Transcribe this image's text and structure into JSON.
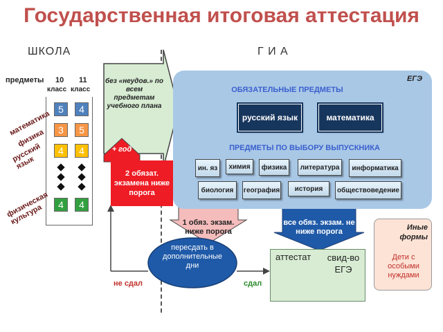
{
  "title": "Государственная итоговая аттестация",
  "headers": {
    "school": "ШКОЛА",
    "gia": "Г И А"
  },
  "school": {
    "subjects_label": "предметы",
    "grade10": "10",
    "grade11": "11",
    "class10": "класс",
    "class11": "класс",
    "rows": [
      {
        "subject": "математика",
        "g10": "5",
        "g11": "4"
      },
      {
        "subject": "физика",
        "g10": "3",
        "g11": "5"
      },
      {
        "subject": "русский язык",
        "g10": "4",
        "g11": "4"
      },
      {
        "subject": "физическая культура",
        "g10": "4",
        "g11": "4"
      }
    ]
  },
  "arrow_top": "без «неудов.» по всем предметам учебного плана",
  "plus_year": "+ год",
  "red_box": "2 обязат. экзамена ниже порога",
  "ege": {
    "label": "ЕГЭ",
    "mandatory_title": "ОБЯЗАТЕЛЬНЫЕ ПРЕДМЕТЫ",
    "mandatory": [
      "русский язык",
      "математика"
    ],
    "elective_title": "ПРЕДМЕТЫ ПО ВЫБОРУ ВЫПУСКНИКА",
    "elective_row1": [
      "ин. яз",
      "химия",
      "физика",
      "литература",
      "информатика"
    ],
    "elective_row2": [
      "биология",
      "география",
      "история",
      "обществоведение"
    ]
  },
  "arrow_one_below": "1 обяз. экзам. ниже порога",
  "arrow_all_above": "все обяз. экзам. не ниже порога",
  "retake": "пересдать в дополнительные дни",
  "fail": "не сдал",
  "pass": "сдал",
  "result": {
    "certificate": "аттестат",
    "ege_cert": "свид-во ЕГЭ"
  },
  "other_forms": {
    "title": "Иные формы",
    "desc": "Дети с особыми нуждами"
  },
  "colors": {
    "title": "#c0504d",
    "ege_bg": "#a9c8e6",
    "red": "#ee1c24",
    "green_arrow": "#d7ecd3",
    "blue_arrow": "#1f5aa8",
    "pink_arrow": "#f5bcbc",
    "grade_blue": "#4f81bd",
    "grade_orange": "#f79646",
    "grade_yellow": "#ffc000",
    "grade_green": "#33a040"
  }
}
